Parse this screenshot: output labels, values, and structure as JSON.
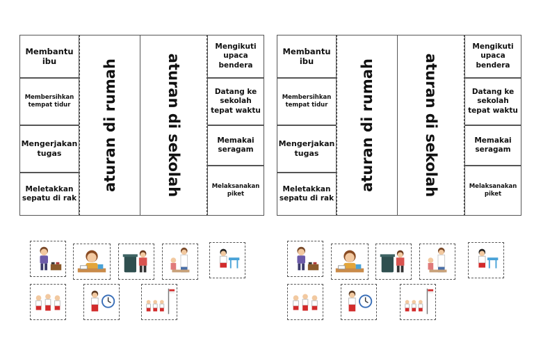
{
  "sheets": [
    {
      "left_cards": [
        "Membantu ibu",
        "Membersihkan tempat tidur",
        "Mengerjakan tugas",
        "Meletakkan sepatu di rak"
      ],
      "middle_left": "aturan di rumah",
      "middle_right": "aturan di sekolah",
      "right_cards": [
        "Mengikuti upaca bendera",
        "Datang ke sekolah tepat waktu",
        "Memakai seragam",
        "Melaksanakan piket"
      ]
    },
    {
      "left_cards": [
        "Membantu ibu",
        "Membersihkan tempat tidur",
        "Mengerjakan tugas",
        "Meletakkan sepatu di rak"
      ],
      "middle_left": "aturan di rumah",
      "middle_right": "aturan di sekolah",
      "right_cards": [
        "Mengikuti upaca bendera",
        "Datang ke sekolah tepat waktu",
        "Memakai seragam",
        "Melaksanakan piket"
      ]
    }
  ],
  "picture_cards": [
    "boy-putting-shoes-icon",
    "child-studying-at-desk-icon",
    "child-cleaning-trash-icon",
    "child-helping-mother-icon",
    "student-cleaning-desk-icon",
    "students-in-uniform-icon",
    "student-with-clock-icon",
    "flag-ceremony-icon"
  ],
  "colors": {
    "border": "#555555",
    "text": "#111111",
    "uniform_red": "#d22b2b"
  }
}
